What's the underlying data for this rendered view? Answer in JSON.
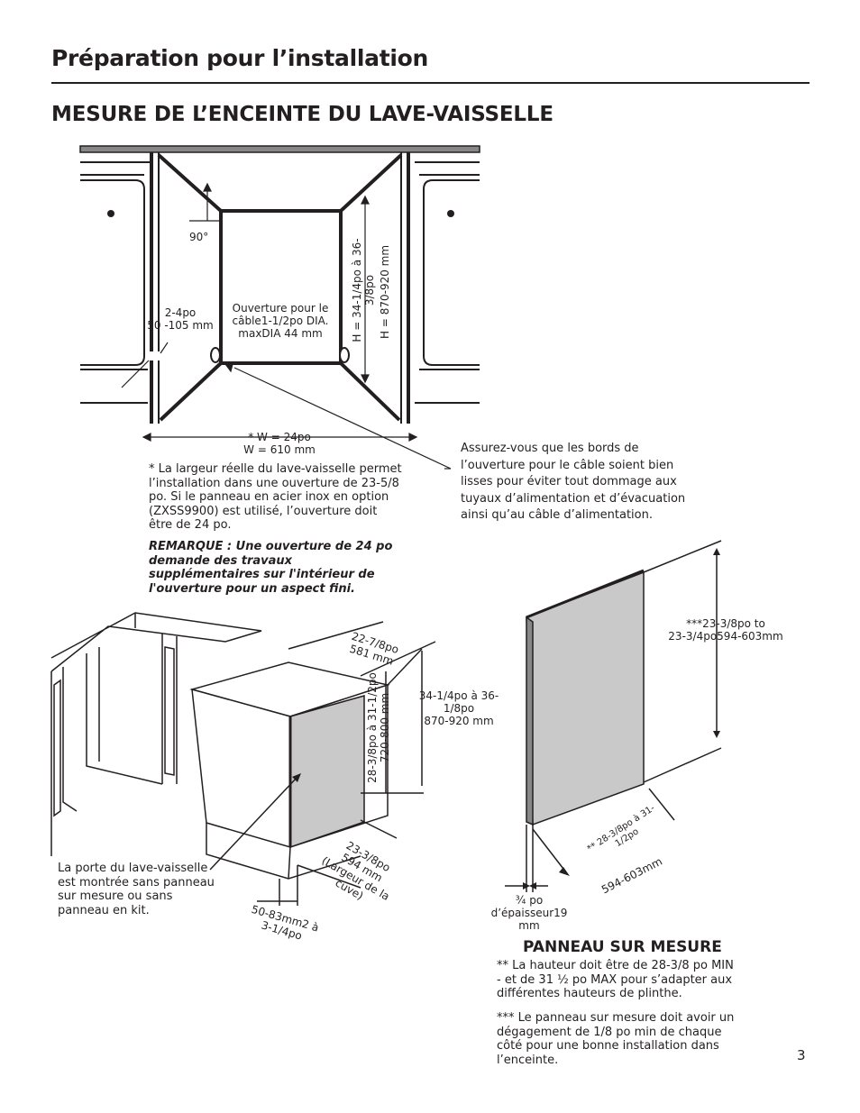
{
  "header": {
    "title": "Préparation pour l’installation",
    "subtitle": "MESURE DE L’ENCEINTE DU LAVE-VAISSELLE"
  },
  "top_diagram": {
    "angle_label": "90°",
    "gap_label": "2-4po\n50 -105 mm",
    "cable_label": "Ouverture pour le\ncâble1-1/2po DIA.\nmaxDIA 44 mm",
    "height_label_1": "H = 34-1/4po à 36-\n3/8po",
    "height_label_2": "H = 870-920 mm",
    "width_label": "* W = 24po\nW = 610 mm",
    "width_note": "* La largeur réelle du lave-vaisselle permet l’installation dans une ouverture de 23-5/8 po. Si le panneau en acier inox en option (ZXSS9900) est utilisé, l’ouverture doit être de 24 po.",
    "remark": "REMARQUE : Une ouverture de 24 po demande des travaux supplémentaires sur l'intérieur de l'ouverture pour un aspect fini.",
    "edge_note": "Assurez-vous que les bords de l’ouverture pour le câble soient bien lisses pour éviter tout dommage aux tuyaux d’alimentation et d’évacuation ainsi qu’au câble d’alimentation."
  },
  "bottom_left": {
    "depth_label": "22-7/8po\n581 mm",
    "tub_height_label": "28-3/8po à 31-1/2po\n720-800 mm",
    "total_height_label": "34-1/4po à 36-\n1/8po\n870-920 mm",
    "tub_width_label": "23-3/8po\n594 mm\n(Largeur de la\ncuve)",
    "toe_label": "50-83mm2 à\n3-1/4po",
    "door_note": "La porte du lave-vaisselle est montrée sans panneau sur mesure ou sans panneau en kit."
  },
  "bottom_right": {
    "panel_width_label": "***23-3/8po to\n23-3/4po594-603mm",
    "panel_height_label": "** 28-3/8po à 31-\n1/2po",
    "panel_height_mm": "594-603mm",
    "thickness_label": "¾ po\nd’épaisseur19\nmm",
    "section_title": "PANNEAU SUR MESURE",
    "note_1": "** La hauteur doit être de 28-3/8 po MIN - et de 31 ½ po MAX pour s’adapter aux différentes hauteurs de plinthe.",
    "note_2": "*** Le panneau sur mesure doit avoir un dégagement de 1/8 po min de chaque côté pour une bonne installation dans l’enceinte."
  },
  "footer": {
    "page_number": "3"
  }
}
